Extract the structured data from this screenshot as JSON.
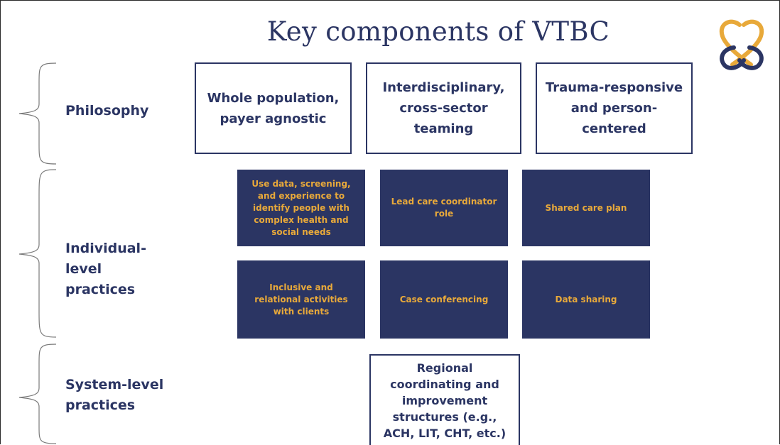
{
  "title": "Key components of VTBC",
  "colors": {
    "navy": "#2b3563",
    "gold": "#e8a93a",
    "white": "#ffffff"
  },
  "logo": {
    "icon": "interlocking-heart-logo-icon"
  },
  "rows": {
    "philosophy": {
      "label": "Philosophy",
      "boxes": [
        "Whole population, payer agnostic",
        "Interdisciplinary, cross-sector teaming",
        "Trauma-responsive and person-centered"
      ]
    },
    "individual": {
      "label": "Individual-level practices",
      "boxes": [
        "Use data, screening, and experience to identify people with complex health and social needs",
        "Lead care coordinator role",
        "Shared care plan",
        "Inclusive and relational activities with clients",
        "Case conferencing",
        "Data sharing"
      ]
    },
    "system": {
      "label": "System-level practices",
      "boxes": [
        "Regional coordinating and improvement structures (e.g., ACH, LIT, CHT, etc.)"
      ]
    }
  }
}
